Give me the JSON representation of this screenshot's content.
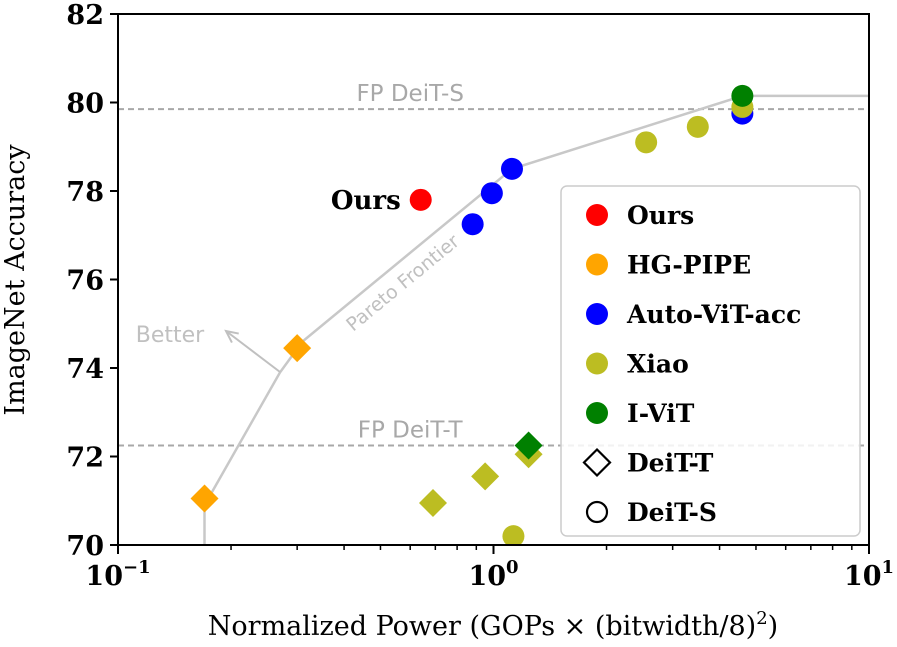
{
  "chart_data": {
    "type": "scatter",
    "title": "",
    "xlabel": "Normalized Power (GOPs × (bitwidth/8)",
    "xlabel_sup": "2",
    "xlabel_end": ")",
    "ylabel": "ImageNet Accuracy",
    "xscale": "log",
    "xlim": [
      0.1,
      10
    ],
    "ylim": [
      70,
      82
    ],
    "x_ticks": [
      {
        "value": 0.1,
        "base": "10",
        "exp": "−1"
      },
      {
        "value": 1,
        "base": "10",
        "exp": "0"
      },
      {
        "value": 10,
        "base": "10",
        "exp": "1"
      }
    ],
    "y_ticks": [
      70,
      72,
      74,
      76,
      78,
      80,
      82
    ],
    "reference_lines": [
      {
        "label": "FP DeiT-S",
        "y": 79.85,
        "label_x": 0.6
      },
      {
        "label": "FP DeiT-T",
        "y": 72.25,
        "label_x": 0.6
      }
    ],
    "pareto_frontier": {
      "label": "Pareto Frontier",
      "points": [
        [
          0.17,
          70.0
        ],
        [
          0.17,
          70.9
        ],
        [
          0.27,
          73.9
        ],
        [
          0.31,
          74.6
        ],
        [
          1.12,
          78.5
        ],
        [
          4.6,
          80.15
        ],
        [
          10,
          80.15
        ]
      ]
    },
    "better_arrow": {
      "label": "Better"
    },
    "series": [
      {
        "name": "Ours",
        "color": "#ff0000",
        "points": [
          {
            "x": 0.64,
            "y": 77.8,
            "marker": "circle"
          }
        ]
      },
      {
        "name": "HG-PIPE",
        "color": "#ffa500",
        "points": [
          {
            "x": 0.17,
            "y": 71.05,
            "marker": "diamond"
          },
          {
            "x": 0.3,
            "y": 74.45,
            "marker": "diamond"
          }
        ]
      },
      {
        "name": "Auto-ViT-acc",
        "color": "#0000ff",
        "points": [
          {
            "x": 0.88,
            "y": 77.25,
            "marker": "circle"
          },
          {
            "x": 0.99,
            "y": 77.95,
            "marker": "circle"
          },
          {
            "x": 1.12,
            "y": 78.5,
            "marker": "circle"
          },
          {
            "x": 4.6,
            "y": 79.75,
            "marker": "circle"
          }
        ]
      },
      {
        "name": "Xiao",
        "color": "#bcbd22",
        "points": [
          {
            "x": 0.69,
            "y": 70.95,
            "marker": "diamond"
          },
          {
            "x": 0.95,
            "y": 71.55,
            "marker": "diamond"
          },
          {
            "x": 1.24,
            "y": 72.05,
            "marker": "diamond"
          },
          {
            "x": 1.13,
            "y": 70.2,
            "marker": "circle"
          },
          {
            "x": 2.55,
            "y": 79.1,
            "marker": "circle"
          },
          {
            "x": 3.5,
            "y": 79.45,
            "marker": "circle"
          },
          {
            "x": 4.6,
            "y": 79.9,
            "marker": "circle"
          }
        ]
      },
      {
        "name": "I-ViT",
        "color": "#008000",
        "points": [
          {
            "x": 1.24,
            "y": 72.25,
            "marker": "diamond"
          },
          {
            "x": 4.6,
            "y": 80.15,
            "marker": "circle"
          }
        ]
      }
    ],
    "annotations": [
      {
        "text": "Ours",
        "x": 0.64,
        "y": 77.8
      }
    ],
    "legend": {
      "position": "lower-right",
      "entries": [
        {
          "label": "Ours",
          "marker": "circle",
          "color": "#ff0000"
        },
        {
          "label": "HG-PIPE",
          "marker": "circle",
          "color": "#ffa500"
        },
        {
          "label": "Auto-ViT-acc",
          "marker": "circle",
          "color": "#0000ff"
        },
        {
          "label": "Xiao",
          "marker": "circle",
          "color": "#bcbd22"
        },
        {
          "label": "I-ViT",
          "marker": "circle",
          "color": "#008000"
        },
        {
          "label": "DeiT-T",
          "marker": "diamond-outline",
          "color": "#000000"
        },
        {
          "label": "DeiT-S",
          "marker": "circle-outline",
          "color": "#000000"
        }
      ]
    },
    "grid": false,
    "colors": {
      "frontier": "#c8c8c8",
      "reference": "#a8a8a8",
      "annotation_gray": "#c0c0c0"
    }
  }
}
